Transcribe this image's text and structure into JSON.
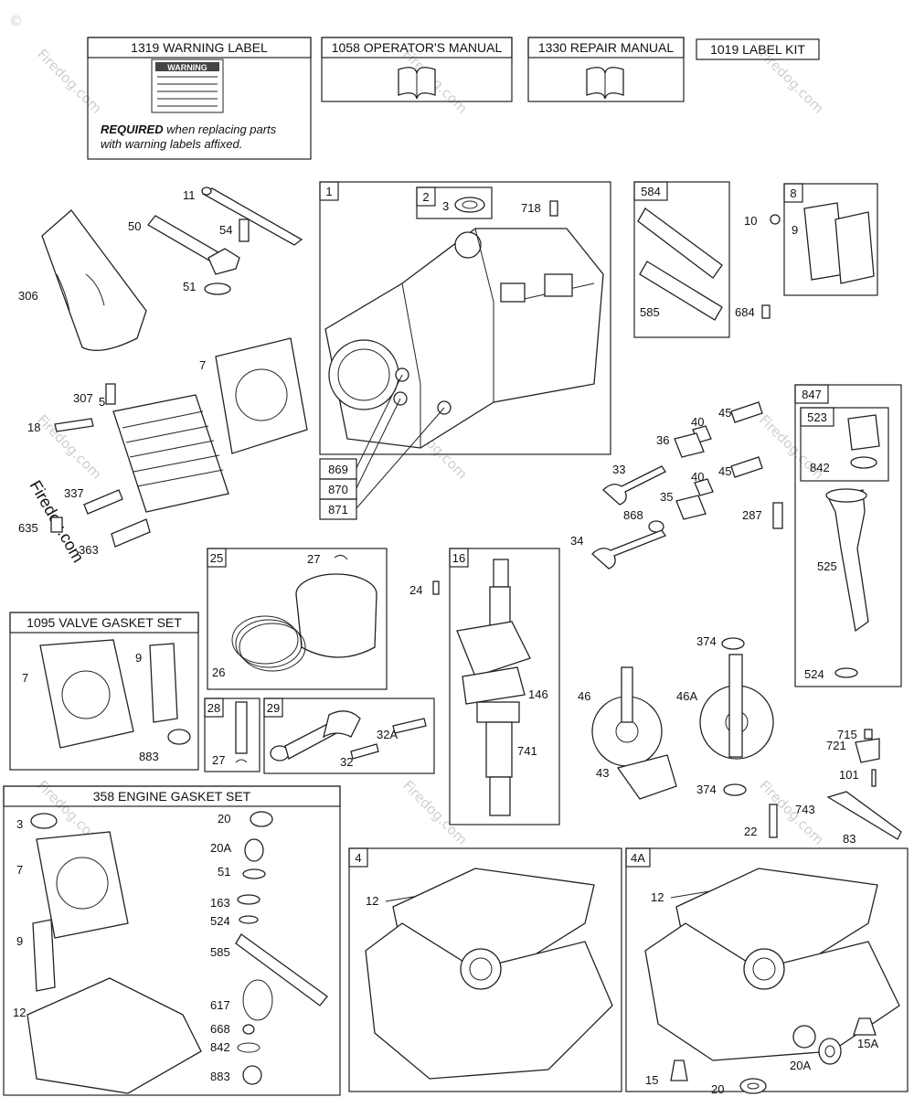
{
  "header_boxes": {
    "warning_label": "1319 WARNING LABEL",
    "warning_badge": "WARNING",
    "required_bold": "REQUIRED",
    "required_line1": " when replacing parts",
    "required_line2": "with warning labels affixed.",
    "operators_manual": "1058 OPERATOR'S MANUAL",
    "repair_manual": "1330 REPAIR MANUAL",
    "label_kit": "1019 LABEL KIT"
  },
  "kits": {
    "valve_gasket_set": "1095 VALVE GASKET SET",
    "engine_gasket_set": "358 ENGINE GASKET SET"
  },
  "box_numbers": {
    "b1": "1",
    "b2": "2",
    "b584": "584",
    "b8": "8",
    "b847": "847",
    "b523": "523",
    "b25": "25",
    "b16": "16",
    "b28": "28",
    "b29": "29",
    "b4": "4",
    "b4a": "4A"
  },
  "part_labels": {
    "p11": "11",
    "p50": "50",
    "p54": "54",
    "p51": "51",
    "p306": "306",
    "p307": "307",
    "p7": "7",
    "p18": "18",
    "p5": "5",
    "p337": "337",
    "p635": "635",
    "p363": "363",
    "p3": "3",
    "p718": "718",
    "p869": "869",
    "p870": "870",
    "p871": "871",
    "p585": "585",
    "p684": "684",
    "p10": "10",
    "p9": "9",
    "p45a": "45",
    "p40a": "40",
    "p36": "36",
    "p33": "33",
    "p40b": "40",
    "p45b": "45",
    "p35": "35",
    "p868": "868",
    "p287": "287",
    "p34": "34",
    "p842": "842",
    "p525": "525",
    "p524": "524",
    "p27a": "27",
    "p26": "26",
    "p24": "24",
    "p146": "146",
    "p741": "741",
    "p27b": "27",
    "p32a": "32A",
    "p32": "32",
    "p374a": "374",
    "p46": "46",
    "p46a": "46A",
    "p715": "715",
    "p721": "721",
    "p43": "43",
    "p374b": "374",
    "p101": "101",
    "p743": "743",
    "p22": "22",
    "p83": "83",
    "vg7": "7",
    "vg9": "9",
    "vg883": "883",
    "eg3": "3",
    "eg7": "7",
    "eg9": "9",
    "eg12": "12",
    "eg20": "20",
    "eg20a": "20A",
    "eg51": "51",
    "eg163": "163",
    "eg524": "524",
    "eg585": "585",
    "eg617": "617",
    "eg668": "668",
    "eg842": "842",
    "eg883": "883",
    "s4_12": "12",
    "s4a_12": "12",
    "s4a_15": "15",
    "s4a_15a": "15A",
    "s4a_20": "20",
    "s4a_20a": "20A"
  },
  "watermark": {
    "site": "Firedog.com",
    "copyright": "©"
  }
}
